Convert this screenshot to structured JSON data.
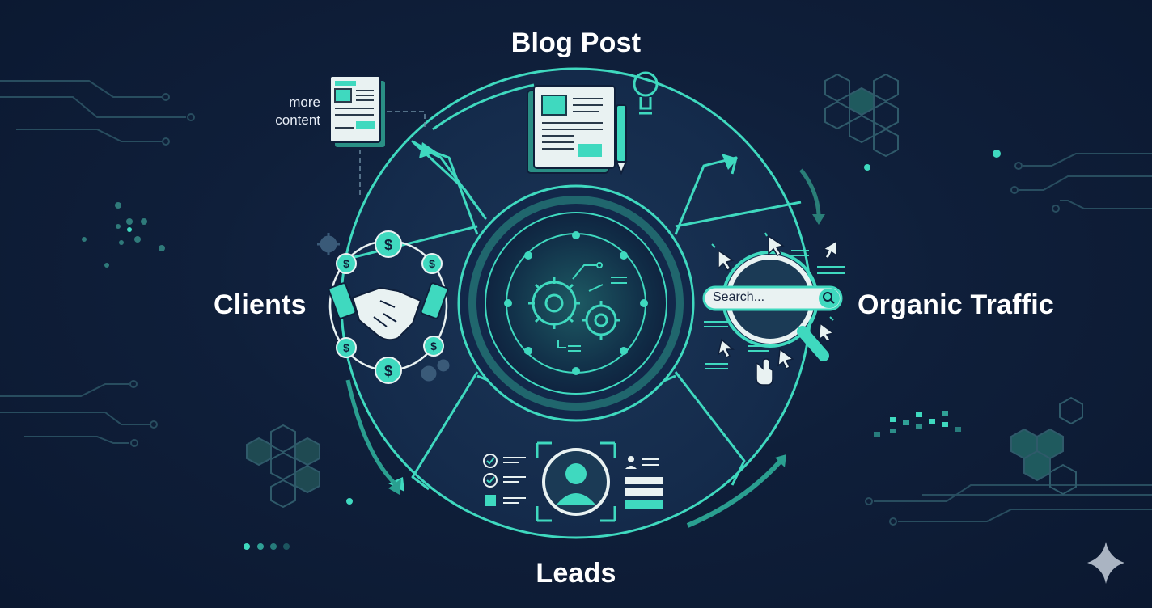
{
  "diagram": {
    "stages": {
      "top": "Blog Post",
      "right": "Organic Traffic",
      "bottom": "Leads",
      "left": "Clients"
    },
    "side_note": "more\ncontent",
    "search_placeholder": "Search..."
  },
  "colors": {
    "background": "#0f1f3a",
    "accent": "#3fd9bf",
    "accent_dark": "#1f8f80",
    "text": "#ffffff"
  },
  "icons": {
    "blog_post": [
      "document-icon",
      "pen-icon",
      "lightbulb-icon"
    ],
    "organic_traffic": [
      "magnifier-icon",
      "search-bar",
      "cursor-icon"
    ],
    "leads": [
      "user-avatar-icon",
      "checklist-icon"
    ],
    "clients": [
      "handshake-icon",
      "dollar-coin-icon",
      "gear-icon"
    ],
    "center": [
      "gear-icon"
    ],
    "corner": [
      "sparkle-icon"
    ]
  }
}
